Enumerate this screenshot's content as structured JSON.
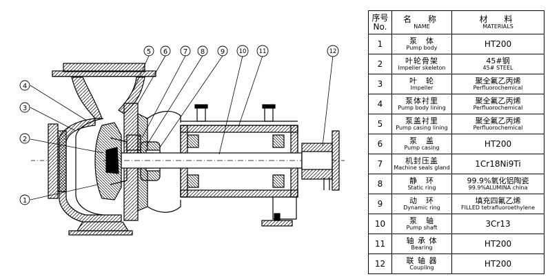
{
  "callouts": [
    "1",
    "2",
    "3",
    "4",
    "5",
    "6",
    "7",
    "8",
    "9",
    "10",
    "11",
    "12"
  ],
  "table": {
    "header": {
      "no_zh": "序号",
      "no_en": "No.",
      "name_zh": "名　称",
      "name_en": "NAME",
      "mat_zh": "材　料",
      "mat_en": "MATERIALS"
    },
    "rows": [
      {
        "no": "1",
        "name_zh": "泵　体",
        "name_en": "Pump body",
        "mat_zh": "HT200",
        "mat_en": ""
      },
      {
        "no": "2",
        "name_zh": "叶轮骨架",
        "name_en": "Impeller skeleton",
        "mat_zh": "45#钢",
        "mat_en": "45# STEEL"
      },
      {
        "no": "3",
        "name_zh": "叶　轮",
        "name_en": "Impeller",
        "mat_zh": "聚全氟乙丙烯",
        "mat_en": "Perfluorochemical"
      },
      {
        "no": "4",
        "name_zh": "泵体衬里",
        "name_en": "Pump body lining",
        "mat_zh": "聚全氟乙丙烯",
        "mat_en": "Perfluorochemical"
      },
      {
        "no": "5",
        "name_zh": "泵盖衬里",
        "name_en": "Pump casing lining",
        "mat_zh": "聚全氟乙丙烯",
        "mat_en": "Perfluorochemical"
      },
      {
        "no": "6",
        "name_zh": "泵　盖",
        "name_en": "Pump casing",
        "mat_zh": "HT200",
        "mat_en": ""
      },
      {
        "no": "7",
        "name_zh": "机封压盖",
        "name_en": "Machine seals gland",
        "mat_zh": "1Cr18Ni9Ti",
        "mat_en": ""
      },
      {
        "no": "8",
        "name_zh": "静　环",
        "name_en": "Static ring",
        "mat_zh": "99.9%氧化铝陶瓷",
        "mat_en": "99.9%ALUMINA china"
      },
      {
        "no": "9",
        "name_zh": "动　环",
        "name_en": "Dynamic ring",
        "mat_zh": "填充四氟乙烯",
        "mat_en": "FILLED tetrafluoroethylene"
      },
      {
        "no": "10",
        "name_zh": "泵　轴",
        "name_en": "Pump shaft",
        "mat_zh": "3Cr13",
        "mat_en": ""
      },
      {
        "no": "11",
        "name_zh": "轴 承 体",
        "name_en": "Bearing",
        "mat_zh": "HT200",
        "mat_en": ""
      },
      {
        "no": "12",
        "name_zh": "联 轴 器",
        "name_en": "Coupling",
        "mat_zh": "HT200",
        "mat_en": ""
      }
    ]
  }
}
